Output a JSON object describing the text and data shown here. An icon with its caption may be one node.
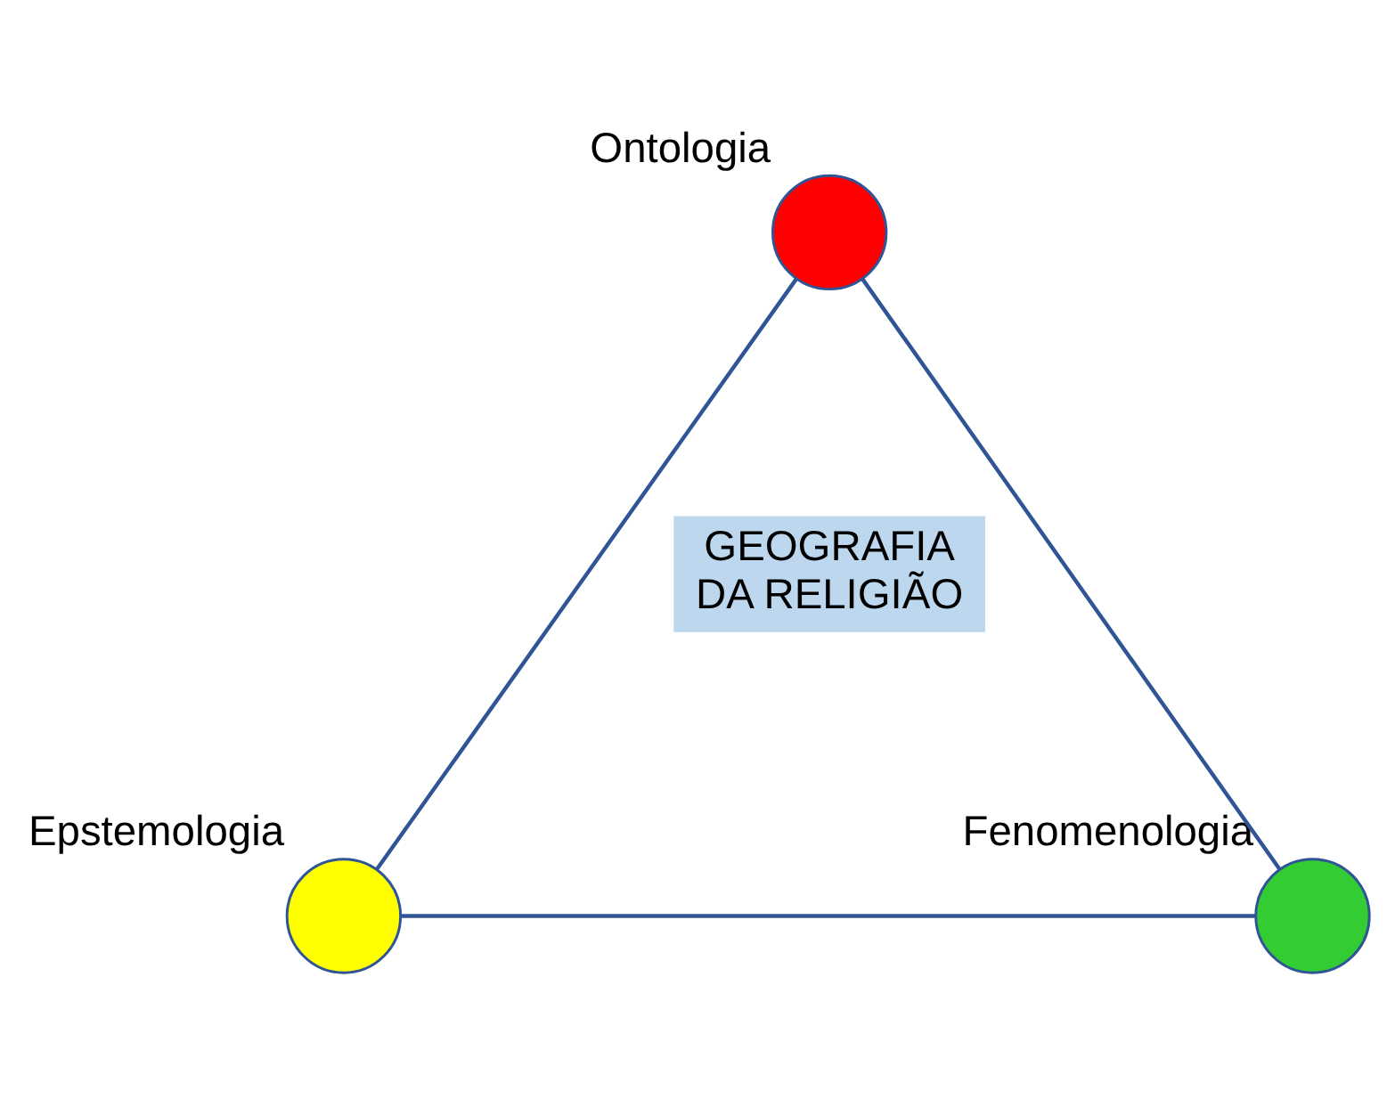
{
  "diagram": {
    "nodes": [
      {
        "text": [],
        "shape": "circle",
        "beside": [
          "Ontologia"
        ]
      },
      {
        "text": [
          "GEOGRAFIA DA RELIGIÃO"
        ]
      },
      {
        "text": [],
        "shape": "circle",
        "beside": [
          "Epstemologia"
        ]
      },
      {
        "text": [],
        "shape": "circle",
        "beside": [
          "Fenomenologia"
        ]
      }
    ],
    "edges": [
      {
        "from": 0,
        "to": 2,
        "arrow": "none"
      },
      {
        "from": 2,
        "to": 3,
        "arrow": "none"
      },
      {
        "from": 3,
        "to": 0,
        "arrow": "none"
      }
    ]
  }
}
